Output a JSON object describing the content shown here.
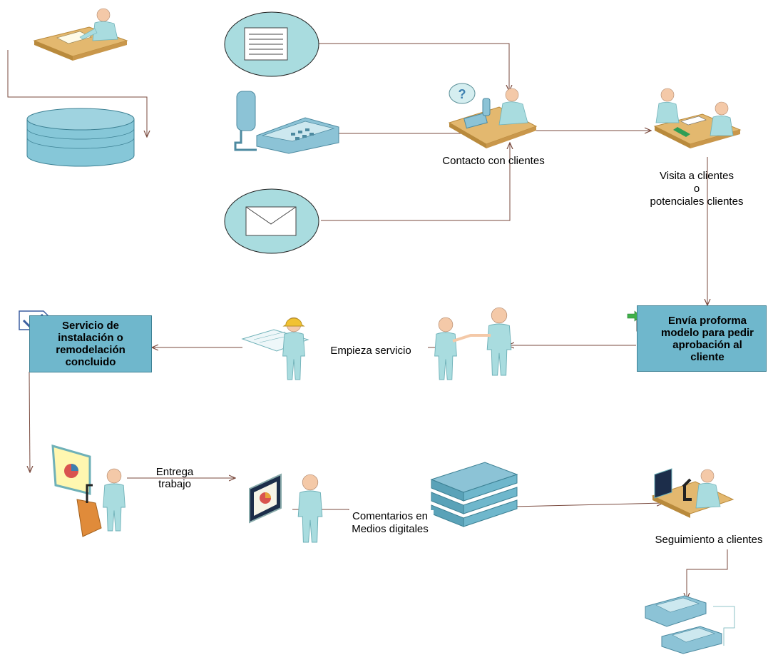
{
  "labels": {
    "contacto": "Contacto con clientes",
    "visita": "Visita a clientes\no\npotenciales clientes",
    "envia": "Envía proforma\nmodelo para pedir\naprobación al\ncliente",
    "empieza": "Empieza servicio",
    "servicio": "Servicio de\ninstalación o\nremodelación\nconcluido",
    "entrega": "Entrega\ntrabajo",
    "comentarios": "Comentarios en\nMedios digitales",
    "seguimiento": "Seguimiento a clientes"
  },
  "colors": {
    "figure": "#a9dcdf",
    "figure_dark": "#6fb1b8",
    "skin": "#f4c9a8",
    "desk": "#e3b86f",
    "desk_dark": "#b98a3c",
    "connector": "#7a4a3e",
    "box_fill": "#6fb7cc",
    "cylinder": "#86c7d8"
  },
  "icons": [
    "desk-worker-icon",
    "database-cylinder-icon",
    "document-circle-icon",
    "telephone-fax-icon",
    "envelope-circle-icon",
    "call-center-agent-icon",
    "client-meeting-icon",
    "proforma-document-icon",
    "handshake-icon",
    "engineer-blueprint-icon",
    "checklist-icon",
    "presenter-podium-icon",
    "presentation-board-icon",
    "stacked-books-icon",
    "researcher-microscope-icon",
    "telephones-icon"
  ]
}
